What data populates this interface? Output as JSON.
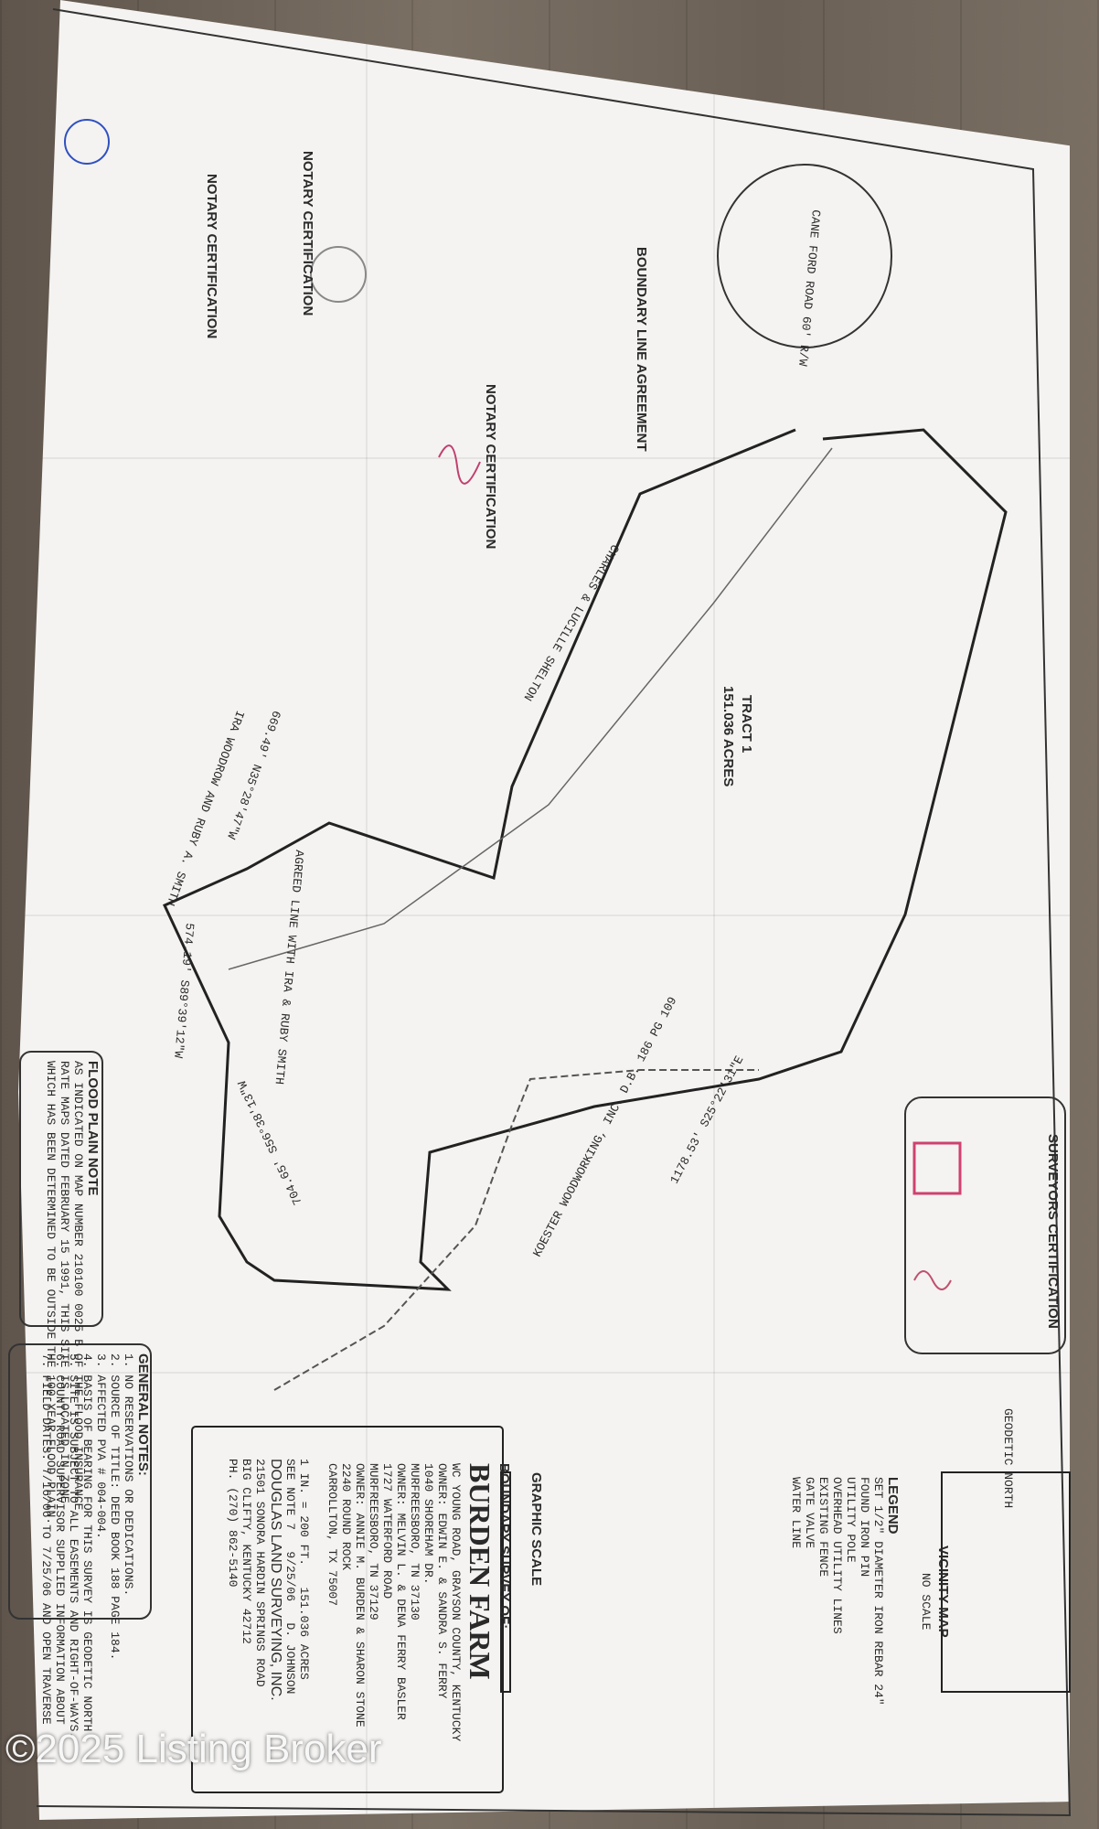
{
  "watermark": "©2025 Listing Broker",
  "title_block": {
    "survey_of": "BOUNDARY SURVEY OF:",
    "farm": "BURDEN FARM",
    "road": "WC YOUNG ROAD, GRAYSON COUNTY, KENTUCKY",
    "owner1": "OWNER: EDWIN E. & SANDRA S. FERRY",
    "owner1_addr1": "1040 SHOREHAM DR.",
    "owner1_addr2": "MURFREESBORO, TN 37130",
    "owner2": "OWNER: MELVIN L. & DENA FERRY BASLER",
    "owner2_addr1": "1727 WATERFORD ROAD",
    "owner2_addr2": "MURFREESBORO, TN 37129",
    "owner3": "OWNER: ANNIE M. BURDEN & SHARON STONE",
    "owner3_addr1": "2240 ROUND ROCK",
    "owner3_addr2": "CARROLLTON, TX 75007",
    "scale": "1 IN. = 200 FT.",
    "acres": "151.036 ACRES",
    "see_note": "SEE NOTE 7",
    "date": "9/25/06",
    "drawn": "D. JOHNSON",
    "company": "DOUGLAS LAND SURVEYING, INC.",
    "company_addr1": "21501 SONORA HARDIN SPRINGS ROAD",
    "company_addr2": "BIG CLIFTY, KENTUCKY 42712",
    "company_phone": "PH. (270) 862-5140"
  },
  "graphic_scale": "GRAPHIC SCALE",
  "general_notes_title": "GENERAL NOTES:",
  "general_notes": [
    "1. NO RESERVATIONS OR DEDICATIONS.",
    "2. SOURCE OF TITLE: DEED BOOK 188 PAGE 184.",
    "3. AFFECTED PVA # 004-004.",
    "4. BASIS OF BEARING FOR THIS SURVEY IS GEODETIC NORTH",
    "5. SITE IS SUBJECT TO ALL EASEMENTS AND RIGHT-OF-WAYS.",
    "6. COUNTY ROAD SUPERVISOR SUPPLIED INFORMATION ABOUT",
    "7. FIELD DATES: 7/16/06 TO 7/25/06 AND OPEN TRAVERSE"
  ],
  "flood_plain_title": "FLOOD PLAIN NOTE",
  "flood_plain_text": [
    "AS INDICATED ON MAP NUMBER 210100 0025 B OF THE FLOOD INSURANCE",
    "RATE MAPS DATED FEBRUARY 15 1991, THIS SITE IS LOCATED IN ZONE",
    "WHICH HAS BEEN DETERMINED TO BE OUTSIDE THE 100-YEAR FLOOD PLAIN."
  ],
  "legend_title": "LEGEND",
  "legend_items": [
    "SET 1/2\" DIAMETER IRON REBAR 24\"",
    "FOUND IRON PIN",
    "UTILITY POLE",
    "OVERHEAD UTILITY LINES",
    "EXISTING FENCE",
    "GATE VALVE",
    "WATER LINE"
  ],
  "vicinity_map": "VICINITY MAP",
  "vicinity_no_scale": "NO SCALE",
  "geodetic": "GEODETIC NORTH",
  "surveyor_cert": "SURVEYORS CERTIFICATION",
  "tract": "TRACT 1",
  "tract_acres": "151.036 ACRES",
  "notary_cert": "NOTARY CERTIFICATION",
  "boundary_agreement": "BOUNDARY LINE AGREEMENT",
  "line_labels": [
    "1178.53' S25°22'31\"E",
    "704.65' S56°38'13\"W",
    "574.19' S89°39'12\"W",
    "AGREED LINE WITH IRA & RUBY SMITH",
    "669.49' N35°28'47\"W",
    "IRA WOODROW AND RUBY A. SMITH",
    "KOESTER WOODWORKING, INC. D.B. 186 PG 109",
    "CANE FORD ROAD 60' R/W",
    "CHARLES & LUCILLE SHELTON"
  ]
}
